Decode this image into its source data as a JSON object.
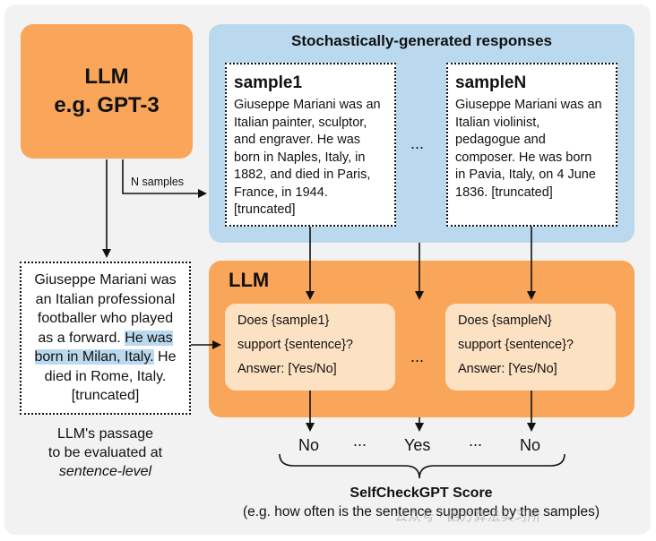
{
  "llm_box": {
    "line1": "LLM",
    "line2": "e.g. GPT-3"
  },
  "n_samples_label": "N samples",
  "stochastic": {
    "title": "Stochastically-generated responses"
  },
  "samples": [
    {
      "title": "sample1",
      "lines": [
        "Giuseppe Mariani was an",
        "Italian painter, sculptor,",
        "and engraver. He was",
        "born in Naples, Italy, in",
        "1882, and died in Paris,",
        "France, in 1944.",
        "[truncated]"
      ]
    },
    {
      "title": "sampleN",
      "lines": [
        "Giuseppe Mariani was an",
        "Italian violinist,",
        "pedagogue and",
        "composer. He was born",
        "in Pavia, Italy, on 4 June",
        "1836. [truncated]"
      ]
    }
  ],
  "ellipsis": "...",
  "llm2": {
    "title": "LLM"
  },
  "questions": [
    {
      "line1": "Does {sample1}",
      "line2": "support {sentence}?",
      "line3": "Answer: [Yes/No]"
    },
    {
      "line1": "Does {sampleN}",
      "line2": "support {sentence}?",
      "line3": "Answer: [Yes/No]"
    }
  ],
  "passage": {
    "lines": [
      "Giuseppe Mariani was",
      "an Italian professional",
      "footballer who played",
      "as a forward."
    ],
    "line4_highlight": "He was",
    "line5_highlight": "born in Milan, Italy.",
    "line5_rest": "He",
    "line6": "died in Rome, Italy.",
    "line7": "[truncated]"
  },
  "caption": {
    "line1": "LLM's passage",
    "line2": "to be evaluated at",
    "line3": "sentence-level"
  },
  "answers": {
    "a1": "No",
    "a2": "Yes",
    "a3": "No",
    "dots": "..."
  },
  "score": {
    "title": "SelfCheckGPT Score",
    "subtitle": "(e.g. how often is the sentence supported by the samples)"
  },
  "watermark": "公众号 · 西方算法实习所"
}
